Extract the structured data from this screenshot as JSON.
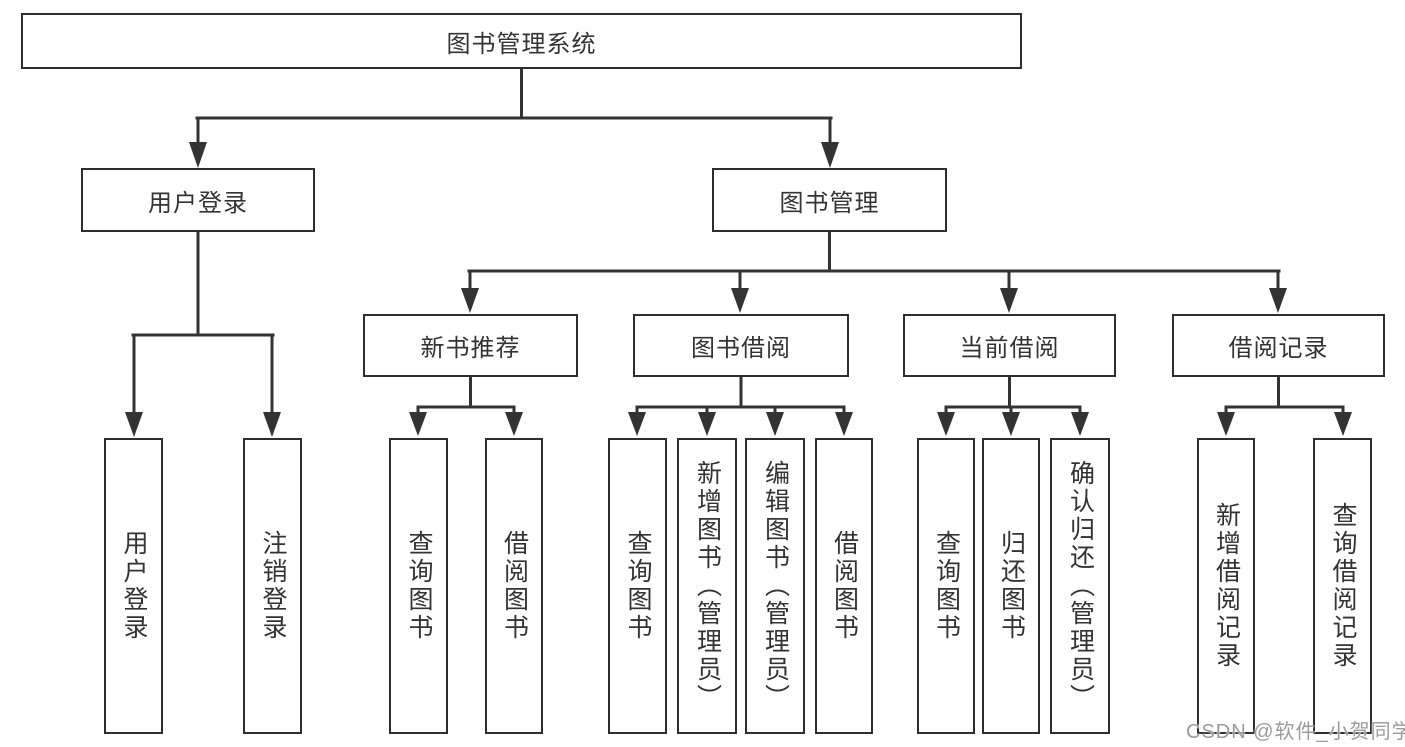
{
  "diagram": {
    "root": {
      "label": "图书管理系统"
    },
    "branches": {
      "user_login": {
        "label": "用户登录",
        "children": [
          {
            "label": "用户登录"
          },
          {
            "label": "注销登录"
          }
        ]
      },
      "book_mgmt": {
        "label": "图书管理",
        "sections": [
          {
            "label": "新书推荐",
            "children": [
              {
                "label": "查询图书"
              },
              {
                "label": "借阅图书"
              }
            ]
          },
          {
            "label": "图书借阅",
            "children": [
              {
                "label": "查询图书"
              },
              {
                "label": "新增图书（管理员）"
              },
              {
                "label": "编辑图书（管理员）"
              },
              {
                "label": "借阅图书"
              }
            ]
          },
          {
            "label": "当前借阅",
            "children": [
              {
                "label": "查询图书"
              },
              {
                "label": "归还图书"
              },
              {
                "label": "确认归还（管理员）"
              }
            ]
          },
          {
            "label": "借阅记录",
            "children": [
              {
                "label": "新增借阅记录"
              },
              {
                "label": "查询借阅记录"
              }
            ]
          }
        ]
      }
    }
  },
  "watermark": {
    "text": "CSDN @软件_小贺同学"
  },
  "colors": {
    "line": "#333333",
    "box_border": "#2e2e2e",
    "text": "#333333",
    "watermark": "#9b9b9b",
    "background": "#ffffff"
  }
}
